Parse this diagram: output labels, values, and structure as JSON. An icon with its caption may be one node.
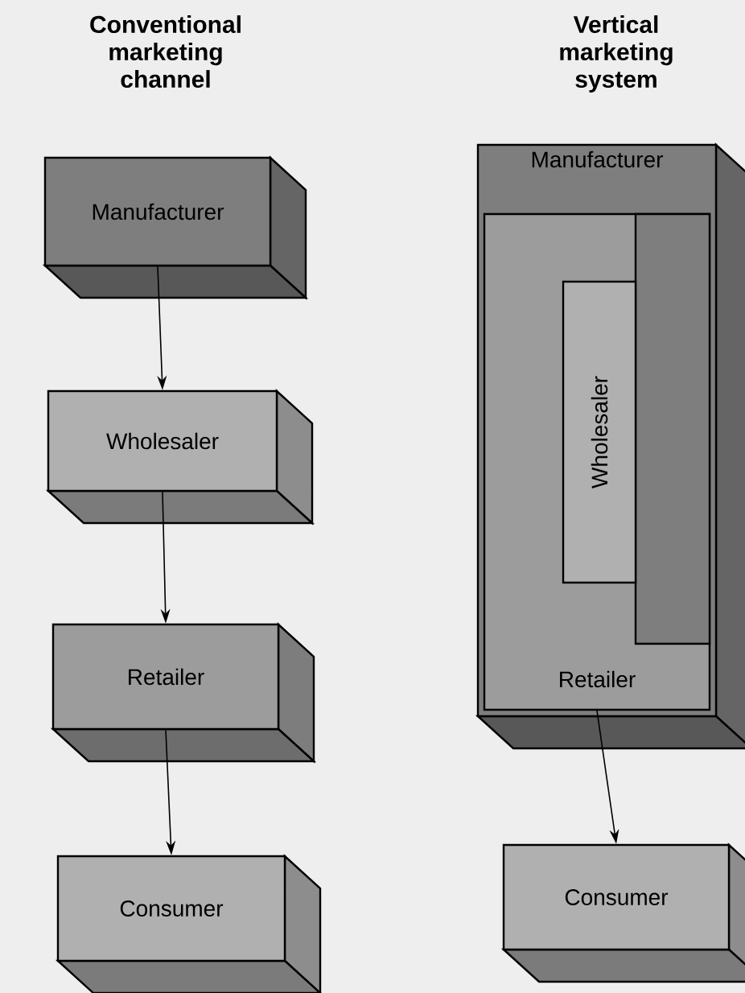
{
  "diagram": {
    "nodes": [
      {
        "text": [
          "Manufacturer"
        ]
      },
      {
        "text": [
          "Wholesaler"
        ]
      },
      {
        "text": [
          "Retailer"
        ]
      },
      {
        "text": [
          "Consumer"
        ]
      },
      {
        "text": [
          "Manufacturer"
        ]
      },
      {
        "text": [
          "Retailer"
        ],
        "in": 4
      },
      {
        "text": [
          "Wholesaler"
        ],
        "in": 5
      },
      {
        "text": [
          "Consumer"
        ]
      }
    ],
    "edges": [
      {
        "from": 0,
        "to": 1,
        "arrow": "to"
      },
      {
        "from": 1,
        "to": 2,
        "arrow": "to"
      },
      {
        "from": 2,
        "to": 3,
        "arrow": "to"
      },
      {
        "from": 5,
        "to": 7,
        "arrow": "to"
      }
    ],
    "labels": [
      "Conventional marketing channel",
      "Vertical marketing system"
    ]
  }
}
